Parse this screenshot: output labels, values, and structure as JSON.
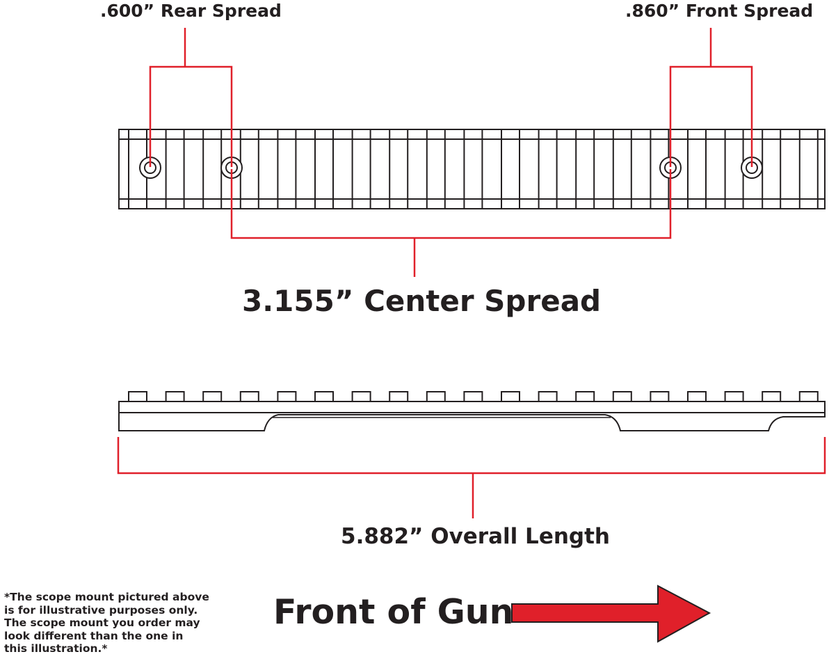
{
  "labels": {
    "rear_spread": ".600” Rear Spread",
    "front_spread": ".860” Front Spread",
    "center_spread": "3.155” Center Spread",
    "overall_length": "5.882” Overall Length",
    "front_of_gun": "Front of Gun"
  },
  "disclaimer": [
    "*The scope mount pictured above",
    "is for illustrative purposes only.",
    "The scope mount you order may",
    "look different than the one in",
    "this illustration.*"
  ],
  "colors": {
    "outline": "#231f20",
    "dimension_line": "#e0202a",
    "arrow_fill": "#e0202a",
    "background": "#ffffff"
  }
}
